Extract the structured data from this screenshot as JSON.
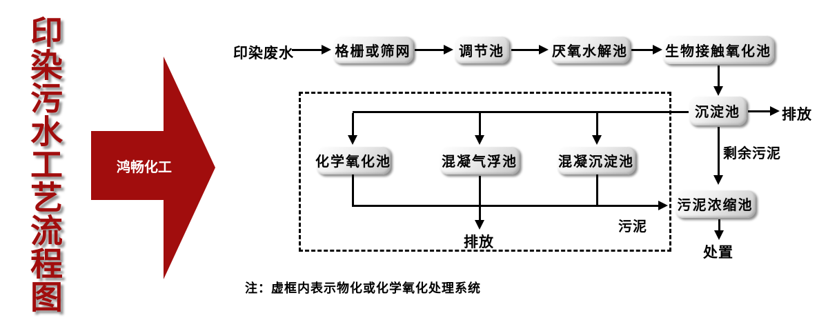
{
  "title": "印染污水工艺流程图",
  "brand": {
    "label": "鸿畅化工"
  },
  "flow": {
    "source": "印染废水",
    "nodes": {
      "screen": "格栅或筛网",
      "regulating": "调节池",
      "anaerobic": "厌氧水解池",
      "bio_contact": "生物接触氧化池",
      "sedimentation": "沉淀池",
      "chem_oxidation": "化学氧化池",
      "coag_flotation": "混凝气浮池",
      "coag_sedimentation": "混凝沉淀池",
      "sludge_thickening": "污泥浓缩池"
    },
    "labels": {
      "discharge_effluent": "排放",
      "surplus_sludge": "剩余污泥",
      "discharge_treated": "排放",
      "sludge": "污泥",
      "disposal": "处置"
    }
  },
  "note": "注：虚框内表示物化或化学氧化处理系统",
  "colors": {
    "accent_red": "#A10D0D",
    "line_black": "#000000",
    "node_gray": "#C7C7C7"
  }
}
